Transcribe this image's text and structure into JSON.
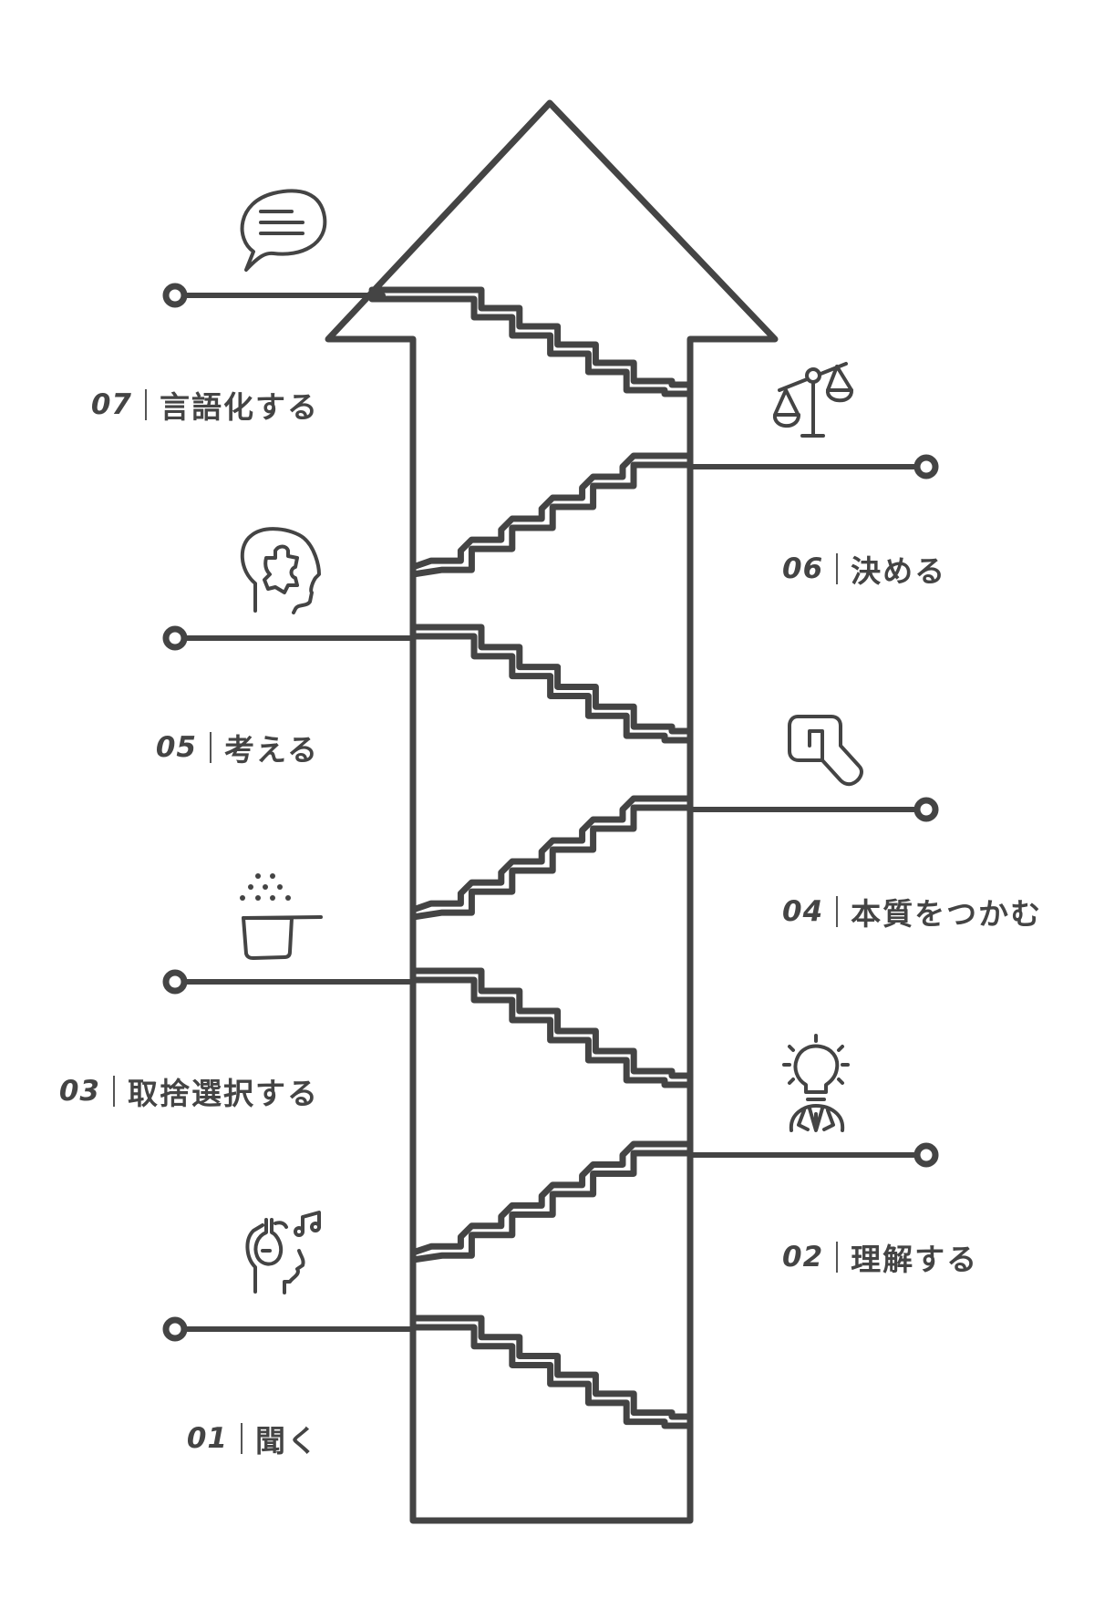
{
  "diagram": {
    "title": "",
    "ink_color": "#444444",
    "background_color": "#ffffff",
    "shape": "upward-arrow-with-staircase",
    "steps": [
      {
        "number": "01",
        "label": "聞く",
        "side": "left",
        "icon": "headphones-music-head-icon"
      },
      {
        "number": "02",
        "label": "理解する",
        "side": "right",
        "icon": "lightbulb-person-icon"
      },
      {
        "number": "03",
        "label": "取捨選択する",
        "side": "left",
        "icon": "sifting-pot-icon"
      },
      {
        "number": "04",
        "label": "本質をつかむ",
        "side": "right",
        "icon": "grabbing-hand-icon"
      },
      {
        "number": "05",
        "label": "考える",
        "side": "left",
        "icon": "puzzle-head-icon"
      },
      {
        "number": "06",
        "label": "決める",
        "side": "right",
        "icon": "balance-scale-icon"
      },
      {
        "number": "07",
        "label": "言語化する",
        "side": "left",
        "icon": "speech-bubble-icon"
      }
    ]
  }
}
